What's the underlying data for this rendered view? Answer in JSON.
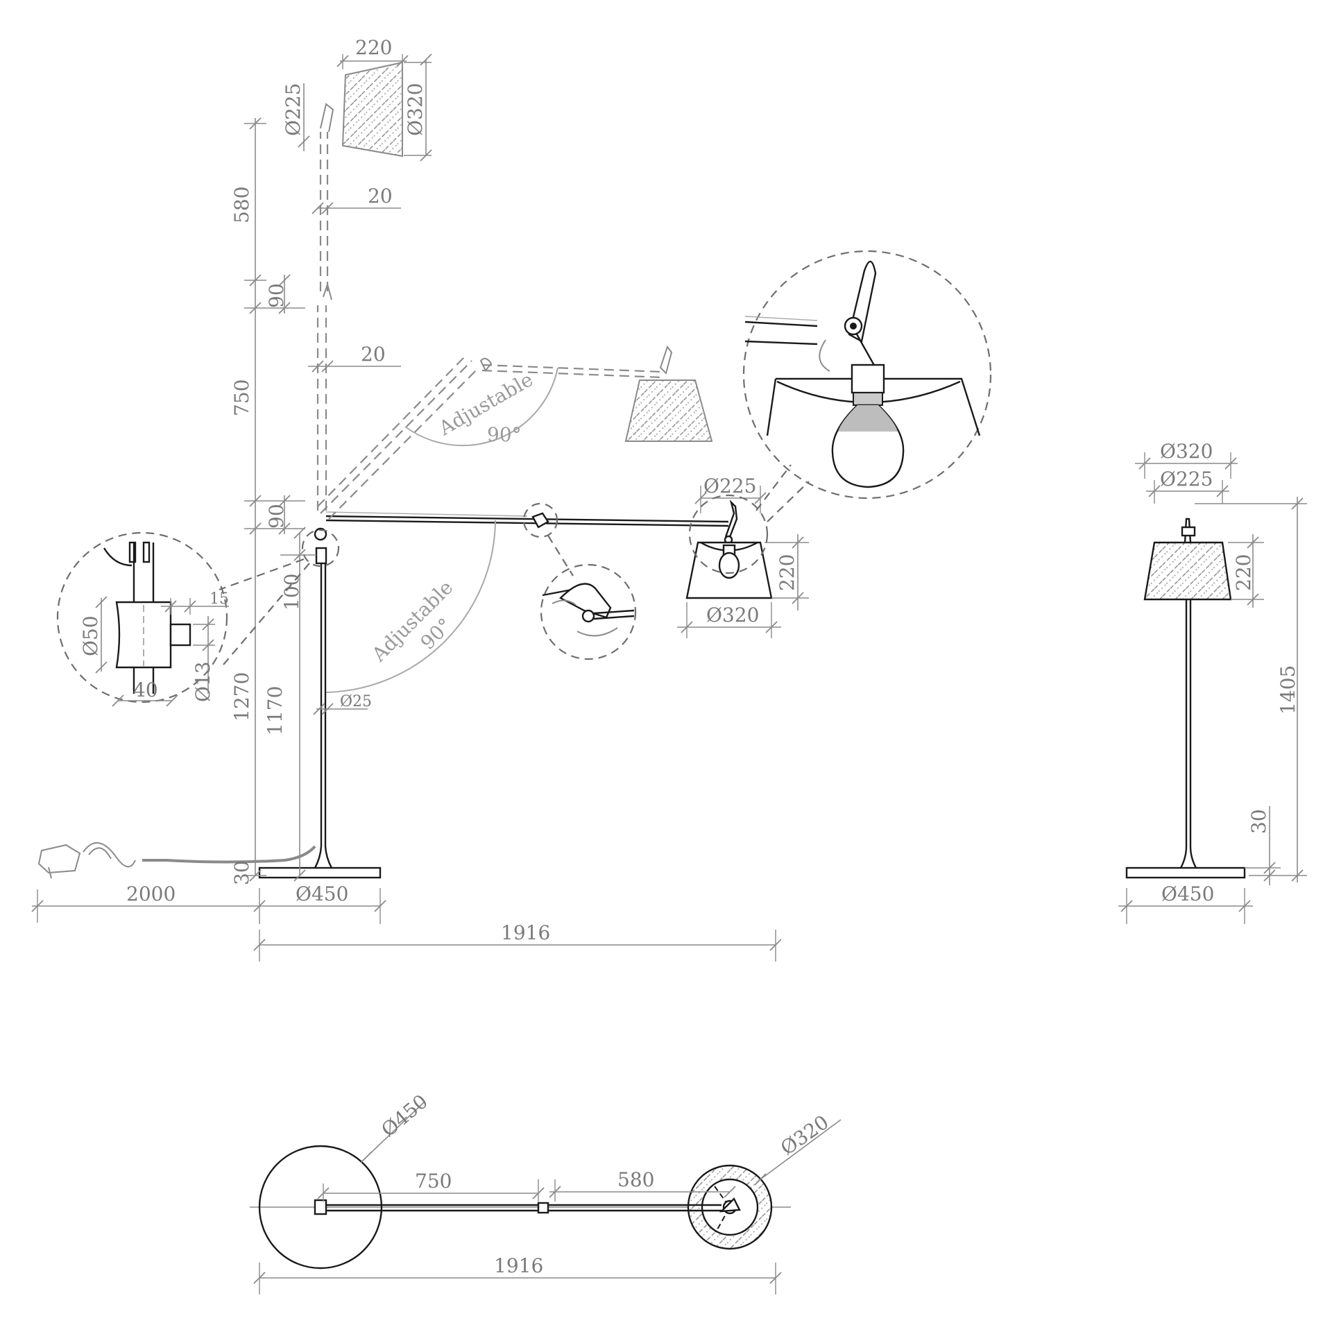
{
  "front_view": {
    "top_shade_width": "220",
    "top_shade_inner_dia": "Ø225",
    "top_shade_outer_dia": "Ø320",
    "upper_arm_length": "580",
    "upper_arm_tube": "20",
    "joint_upper": "90",
    "lower_arm_tube": "20",
    "lower_arm_length": "750",
    "joint_lower": "90",
    "joint_offset": "100",
    "switch_width": "15",
    "switch_dia": "Ø13",
    "stem_dia_detail": "Ø50",
    "stem_width_detail": "40",
    "height_total_left": "1270",
    "height_stem": "1170",
    "stem_tube_dia": "Ø25",
    "base_thickness": "30",
    "base_dia": "Ø450",
    "cable_length": "2000",
    "reach": "1916",
    "shade_inner_dia": "Ø225",
    "shade_outer_dia": "Ø320",
    "shade_height": "220",
    "adjustable_upper": "Adjustable",
    "adjustable_upper_angle": "90°",
    "adjustable_lower": "Adjustable",
    "adjustable_lower_angle": "90°"
  },
  "side_view": {
    "shade_outer_dia": "Ø320",
    "shade_inner_dia": "Ø225",
    "shade_height": "220",
    "total_height": "1405",
    "base_thickness": "30",
    "base_dia": "Ø450"
  },
  "top_view": {
    "base_dia": "Ø450",
    "shade_dia": "Ø320",
    "lower_arm": "750",
    "upper_arm": "580",
    "reach": "1916"
  }
}
